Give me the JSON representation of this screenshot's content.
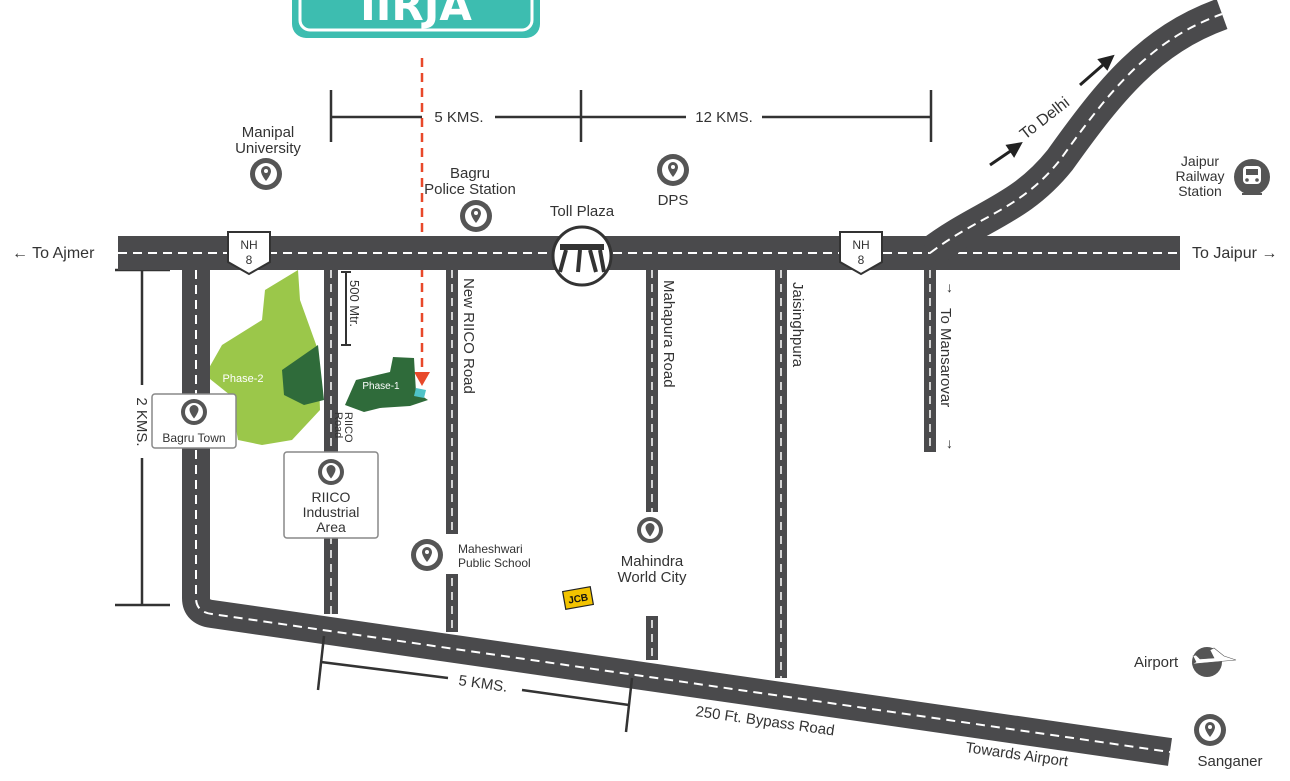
{
  "brand": {
    "text": "IIRJA",
    "color": "#3dbdb0"
  },
  "colors": {
    "road": "#4a4a4c",
    "lane": "#ffffff",
    "phase2": "#9bc74a",
    "phase1": "#2f6b3a",
    "marker": "#e8492a",
    "pin": "#555555"
  },
  "distances": {
    "top_a": "5 KMS.",
    "top_b": "12 KMS.",
    "left": "2 KMS.",
    "side_mtr": "500 Mtr.",
    "bottom": "5 KMS."
  },
  "highway": {
    "shield_top": "NH",
    "shield_num": "8"
  },
  "directions": {
    "ajmer": "← To Ajmer",
    "jaipur": "To Jaipur →",
    "delhi": "To Delhi",
    "mansarovar": "To Mansarovar",
    "airport_towards": "Towards Airport"
  },
  "roads": {
    "new_riico": "New RIICO Road",
    "mahapura": "Mahapura Road",
    "jaisinghpura": "Jaisinghpura",
    "riico_line1": "RIICO",
    "riico_line2": "Road",
    "bypass": "250 Ft. Bypass Road"
  },
  "places": {
    "manipal_1": "Manipal",
    "manipal_2": "University",
    "bagru_ps_1": "Bagru",
    "bagru_ps_2": "Police Station",
    "toll": "Toll Plaza",
    "dps": "DPS",
    "railway_1": "Jaipur",
    "railway_2": "Railway",
    "railway_3": "Station",
    "bagru_town": "Bagru Town",
    "riico_ind_1": "RIICO",
    "riico_ind_2": "Industrial",
    "riico_ind_3": "Area",
    "maheshwari_1": "Maheshwari",
    "maheshwari_2": "Public School",
    "mwc_1": "Mahindra",
    "mwc_2": "World City",
    "jcb": "JCB",
    "airport": "Airport",
    "sanganer": "Sanganer"
  },
  "phases": {
    "phase1": "Phase-1",
    "phase2": "Phase-2"
  }
}
